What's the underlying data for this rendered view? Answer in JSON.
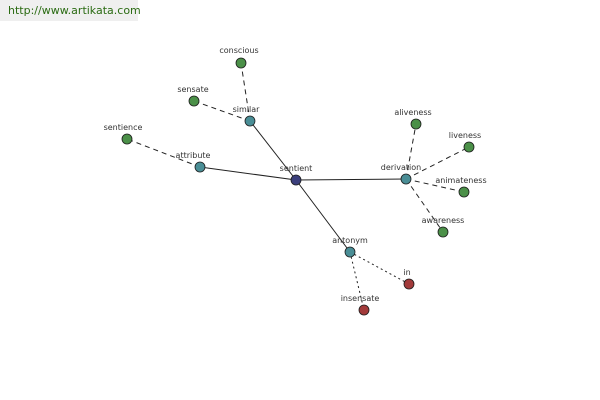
{
  "site_url": "http://www.artikata.com",
  "colors": {
    "center": "#3b3f7c",
    "relation": "#4a8e96",
    "synonym": "#4b9048",
    "antonym": "#a23a3a"
  },
  "nodes": [
    {
      "id": "sentient",
      "label": "sentient",
      "kind": "center"
    },
    {
      "id": "similar",
      "label": "similar",
      "kind": "relation"
    },
    {
      "id": "attribute",
      "label": "attribute",
      "kind": "relation"
    },
    {
      "id": "derivation",
      "label": "derivation",
      "kind": "relation"
    },
    {
      "id": "antonym",
      "label": "antonym",
      "kind": "relation"
    },
    {
      "id": "conscious",
      "label": "conscious",
      "kind": "synonym"
    },
    {
      "id": "sensate",
      "label": "sensate",
      "kind": "synonym"
    },
    {
      "id": "sentience",
      "label": "sentience",
      "kind": "synonym"
    },
    {
      "id": "aliveness",
      "label": "aliveness",
      "kind": "synonym"
    },
    {
      "id": "liveness",
      "label": "liveness",
      "kind": "synonym"
    },
    {
      "id": "animateness",
      "label": "animateness",
      "kind": "synonym"
    },
    {
      "id": "awareness",
      "label": "awareness",
      "kind": "synonym"
    },
    {
      "id": "in",
      "label": "in",
      "kind": "antonym"
    },
    {
      "id": "insensate",
      "label": "insensate",
      "kind": "antonym"
    }
  ],
  "edges": [
    {
      "from": "sentient",
      "to": "similar",
      "style": "solid"
    },
    {
      "from": "sentient",
      "to": "attribute",
      "style": "solid"
    },
    {
      "from": "sentient",
      "to": "derivation",
      "style": "solid"
    },
    {
      "from": "sentient",
      "to": "antonym",
      "style": "solid"
    },
    {
      "from": "similar",
      "to": "conscious",
      "style": "dashed"
    },
    {
      "from": "similar",
      "to": "sensate",
      "style": "dashed"
    },
    {
      "from": "attribute",
      "to": "sentience",
      "style": "dashed"
    },
    {
      "from": "derivation",
      "to": "aliveness",
      "style": "dashed"
    },
    {
      "from": "derivation",
      "to": "liveness",
      "style": "dashed"
    },
    {
      "from": "derivation",
      "to": "animateness",
      "style": "dashed"
    },
    {
      "from": "derivation",
      "to": "awareness",
      "style": "dashed"
    },
    {
      "from": "antonym",
      "to": "in",
      "style": "dotted"
    },
    {
      "from": "antonym",
      "to": "insensate",
      "style": "dotted"
    }
  ]
}
